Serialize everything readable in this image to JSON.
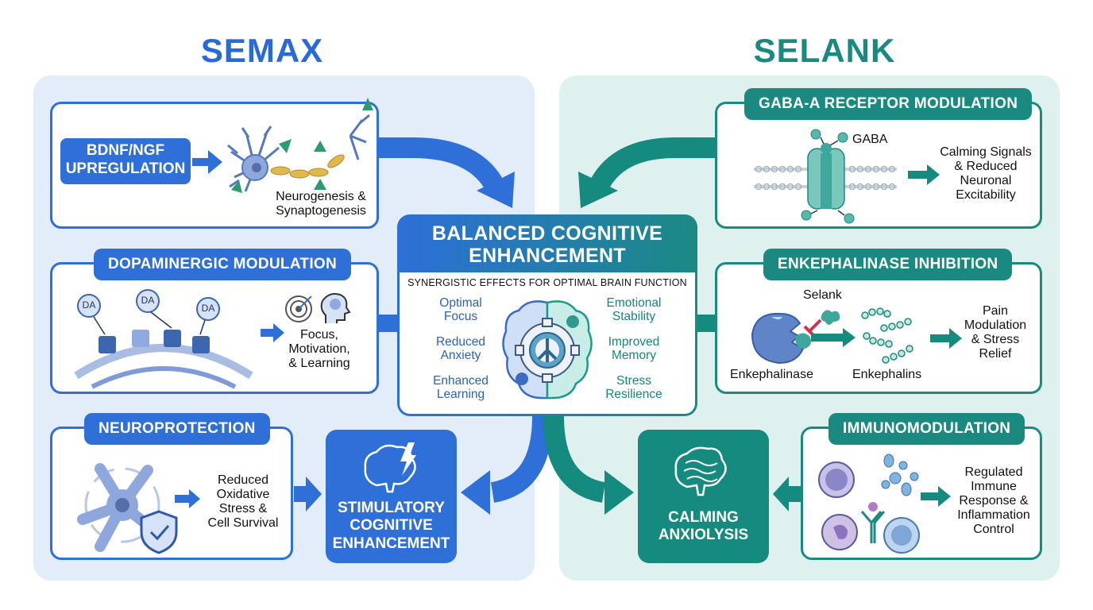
{
  "titles": {
    "left": "SEMAX",
    "right": "SELANK"
  },
  "colors": {
    "semax_blue": "#2e6fd8",
    "selank_teal": "#1a8a80",
    "semax_panel": "#e3edfa",
    "selank_panel": "#dff1ef"
  },
  "semax": {
    "bdnf": {
      "pill": "BDNF/NGF\nUPREGULATION",
      "result": "Neurogenesis &\nSynaptogenesis"
    },
    "dopamine": {
      "label": "DOPAMINERGIC MODULATION",
      "molecule": "DA",
      "result": "Focus,\nMotivation,\n& Learning"
    },
    "neuroprotection": {
      "label": "NEUROPROTECTION",
      "result": "Reduced\nOxidative\nStress &\nCell Survival"
    },
    "outcome": "STIMULATORY\nCOGNITIVE\nENHANCEMENT"
  },
  "selank": {
    "gaba": {
      "label": "GABA-A RECEPTOR MODULATION",
      "molecule": "GABA",
      "result": "Calming Signals\n& Reduced\nNeuronal\nExcitability"
    },
    "enkephalinase": {
      "label": "ENKEPHALINASE INHIBITION",
      "inhibitor": "Selank",
      "enzyme": "Enkephalinase",
      "product": "Enkephalins",
      "result": "Pain\nModulation\n& Stress\nRelief"
    },
    "immuno": {
      "label": "IMMUNOMODULATION",
      "result": "Regulated\nImmune\nResponse &\nInflammation\nControl"
    },
    "outcome": "CALMING\nANXIOLYSIS"
  },
  "center": {
    "title": "BALANCED COGNITIVE\nENHANCEMENT",
    "subtitle": "SYNERGISTIC EFFECTS FOR OPTIMAL BRAIN FUNCTION",
    "left_benefits": [
      "Optimal\nFocus",
      "Reduced\nAnxiety",
      "Enhanced\nLearning"
    ],
    "right_benefits": [
      "Emotional\nStability",
      "Improved\nMemory",
      "Stress\nResilience"
    ]
  }
}
